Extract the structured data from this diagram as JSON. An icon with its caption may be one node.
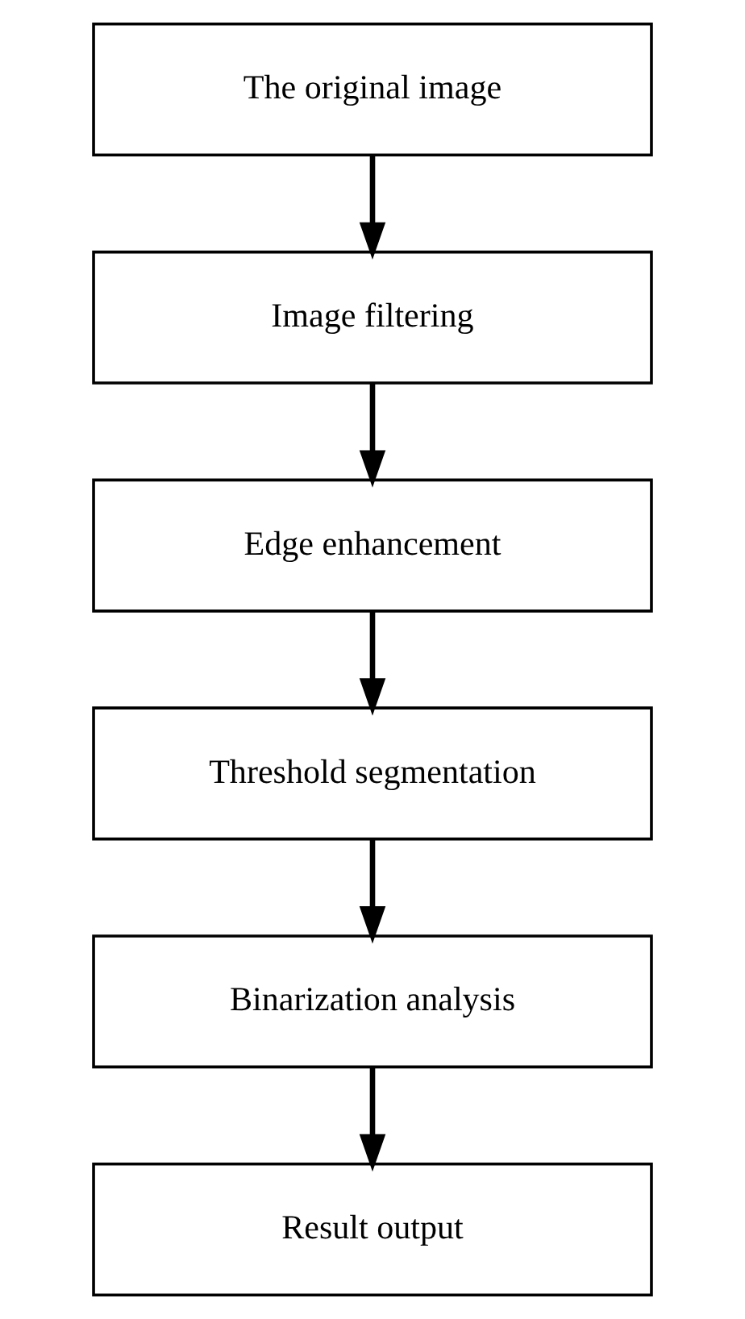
{
  "diagram": {
    "nodes": [
      {
        "text": [
          "The original image"
        ]
      },
      {
        "text": [
          "Image filtering"
        ]
      },
      {
        "text": [
          "Edge enhancement"
        ]
      },
      {
        "text": [
          "Threshold segmentation"
        ]
      },
      {
        "text": [
          "Binarization analysis"
        ]
      },
      {
        "text": [
          "Result output"
        ]
      }
    ],
    "edges": [
      {
        "from": 0,
        "to": 1,
        "arrow": "to"
      },
      {
        "from": 1,
        "to": 2,
        "arrow": "to"
      },
      {
        "from": 2,
        "to": 3,
        "arrow": "to"
      },
      {
        "from": 3,
        "to": 4,
        "arrow": "to"
      },
      {
        "from": 4,
        "to": 5,
        "arrow": "to"
      }
    ]
  }
}
